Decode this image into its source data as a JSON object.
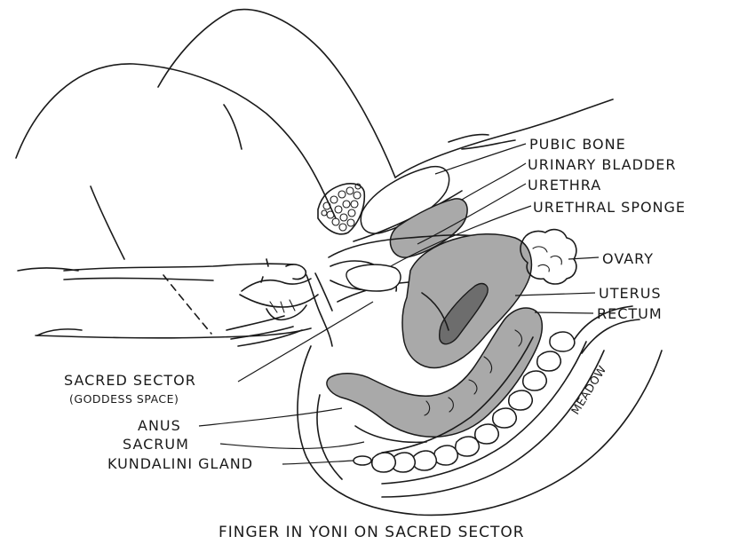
{
  "labels": {
    "pubic_bone": "PUBIC BONE",
    "urinary_bladder": "URINARY BLADDER",
    "urethra": "URETHRA",
    "urethral_sponge": "URETHRAL SPONGE",
    "ovary": "OVARY",
    "uterus": "UTERUS",
    "rectum": "RECTUM",
    "sacred_sector": "SACRED SECTOR",
    "goddess_space": "(GODDESS SPACE)",
    "anus": "ANUS",
    "sacrum": "SACRUM",
    "kundalini_gland": "KUNDALINI GLAND",
    "meadow": "MEADOW"
  },
  "caption": "FINGER IN YONI ON SACRED SECTOR",
  "colors": {
    "ink": "#1a1a1a",
    "organ_fill": "#a9a9a9",
    "organ_dark": "#6d6d6d",
    "background": "#ffffff"
  }
}
